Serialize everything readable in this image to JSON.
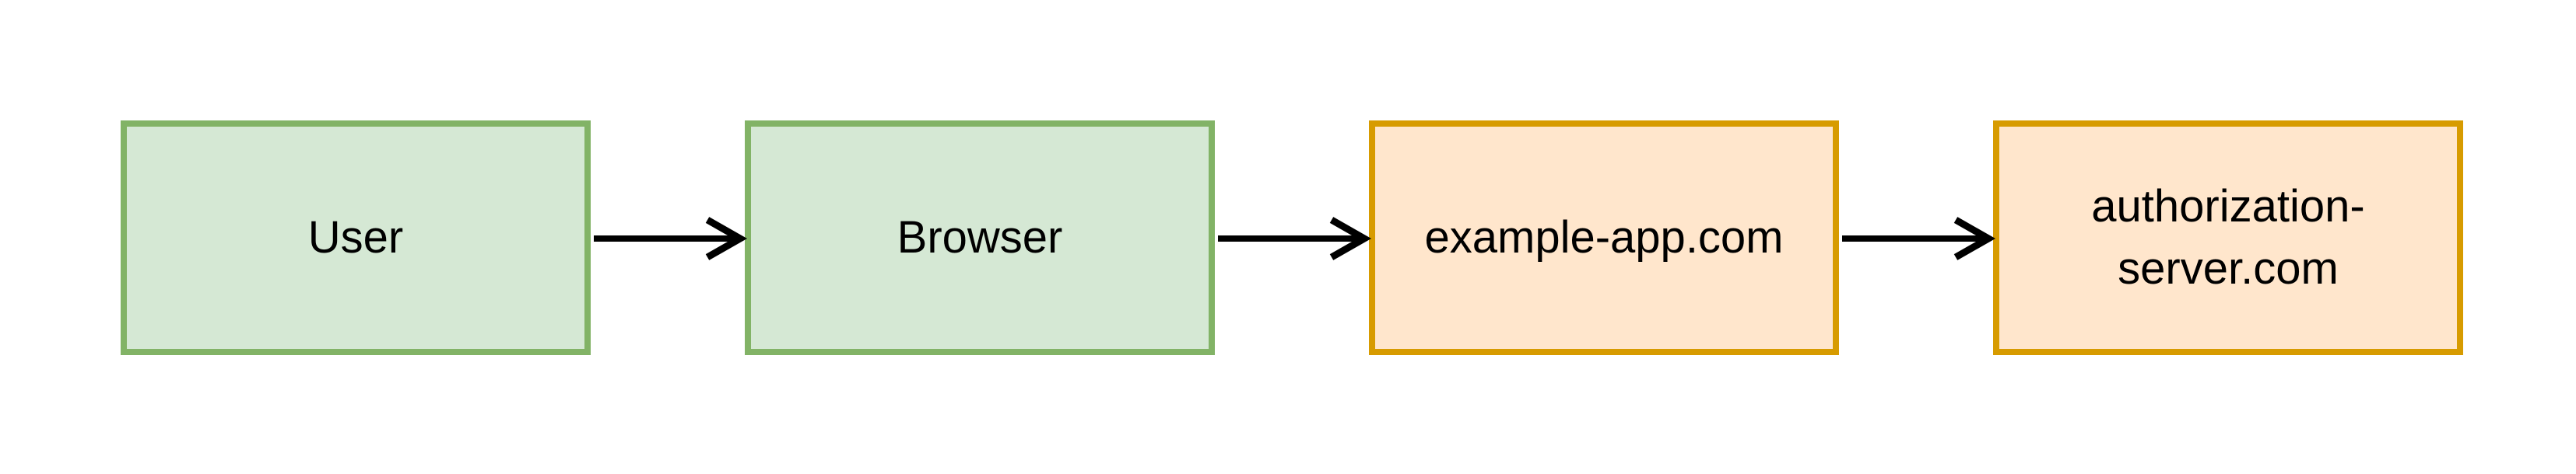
{
  "diagram": {
    "nodes": [
      {
        "id": "user",
        "label": "User",
        "fill": "#d5e8d4",
        "stroke": "#82b366"
      },
      {
        "id": "browser",
        "label": "Browser",
        "fill": "#d5e8d4",
        "stroke": "#82b366"
      },
      {
        "id": "example-app",
        "label": "example-app.com",
        "fill": "#ffe6cc",
        "stroke": "#d79b00"
      },
      {
        "id": "authorization-server",
        "label": "authorization-\nserver.com",
        "fill": "#ffe6cc",
        "stroke": "#d79b00"
      }
    ],
    "edges": [
      {
        "from": "user",
        "to": "browser"
      },
      {
        "from": "browser",
        "to": "example-app"
      },
      {
        "from": "example-app",
        "to": "authorization-server"
      }
    ]
  }
}
